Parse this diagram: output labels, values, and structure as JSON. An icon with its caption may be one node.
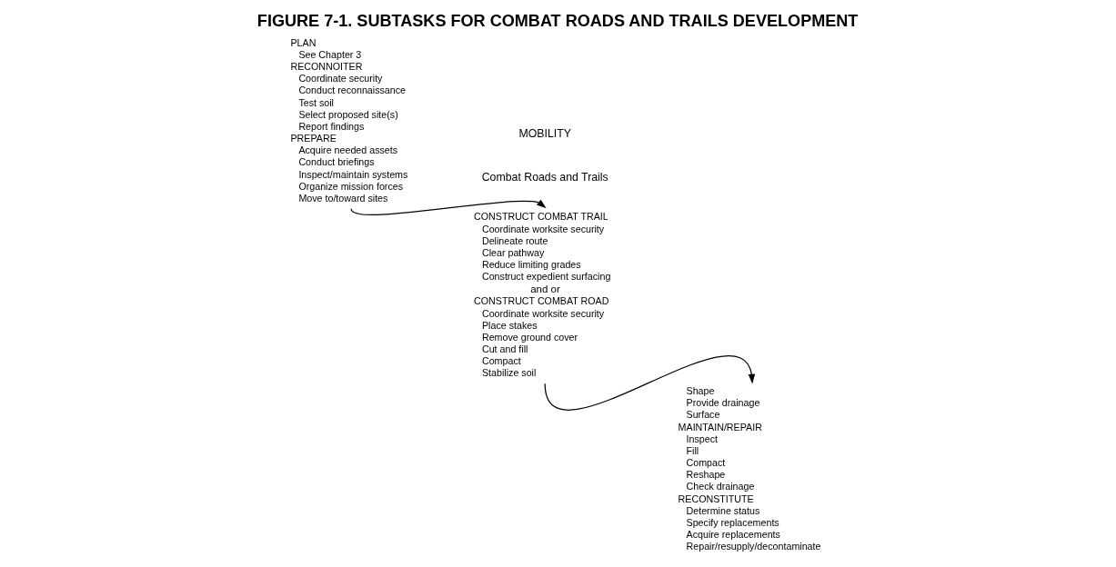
{
  "diagram": {
    "title": "FIGURE 7-1. SUBTASKS FOR COMBAT ROADS AND TRAILS DEVELOPMENT",
    "nodes": [
      {
        "text": [
          "PLAN",
          "See Chapter 3",
          "RECONNOITER",
          "Coordinate security",
          "Conduct reconnaissance",
          "Test soil",
          "Select proposed site(s)",
          "Report findings",
          "PREPARE",
          "Acquire needed assets",
          "Conduct briefings",
          "Inspect/maintain systems",
          "Organize mission forces",
          "Move to/toward sites"
        ]
      },
      {
        "text": [
          "CONSTRUCT COMBAT TRAIL",
          "Coordinate worksite security",
          "Delineate route",
          "Clear pathway",
          "Reduce limiting grades",
          "Construct expedient surfacing",
          "and or",
          "CONSTRUCT COMBAT ROAD",
          "Coordinate worksite security",
          "Place stakes",
          "Remove ground cover",
          "Cut and fill",
          "Compact",
          "Stabilize soil"
        ]
      },
      {
        "text": [
          "Shape",
          "Provide drainage",
          "Surface",
          "MAINTAIN/REPAIR",
          "Inspect",
          "Fill",
          "Compact",
          "Reshape",
          "Check drainage",
          "RECONSTITUTE",
          "Determine status",
          "Specify replacements",
          "Acquire replacements",
          "Repair/resupply/decontaminate"
        ]
      }
    ],
    "edges": [
      {
        "from": 0,
        "to": 1,
        "arrow": "to"
      },
      {
        "from": 1,
        "to": 2,
        "arrow": "to"
      }
    ],
    "labels": [
      "MOBILITY",
      "Combat Roads and Trails"
    ]
  }
}
